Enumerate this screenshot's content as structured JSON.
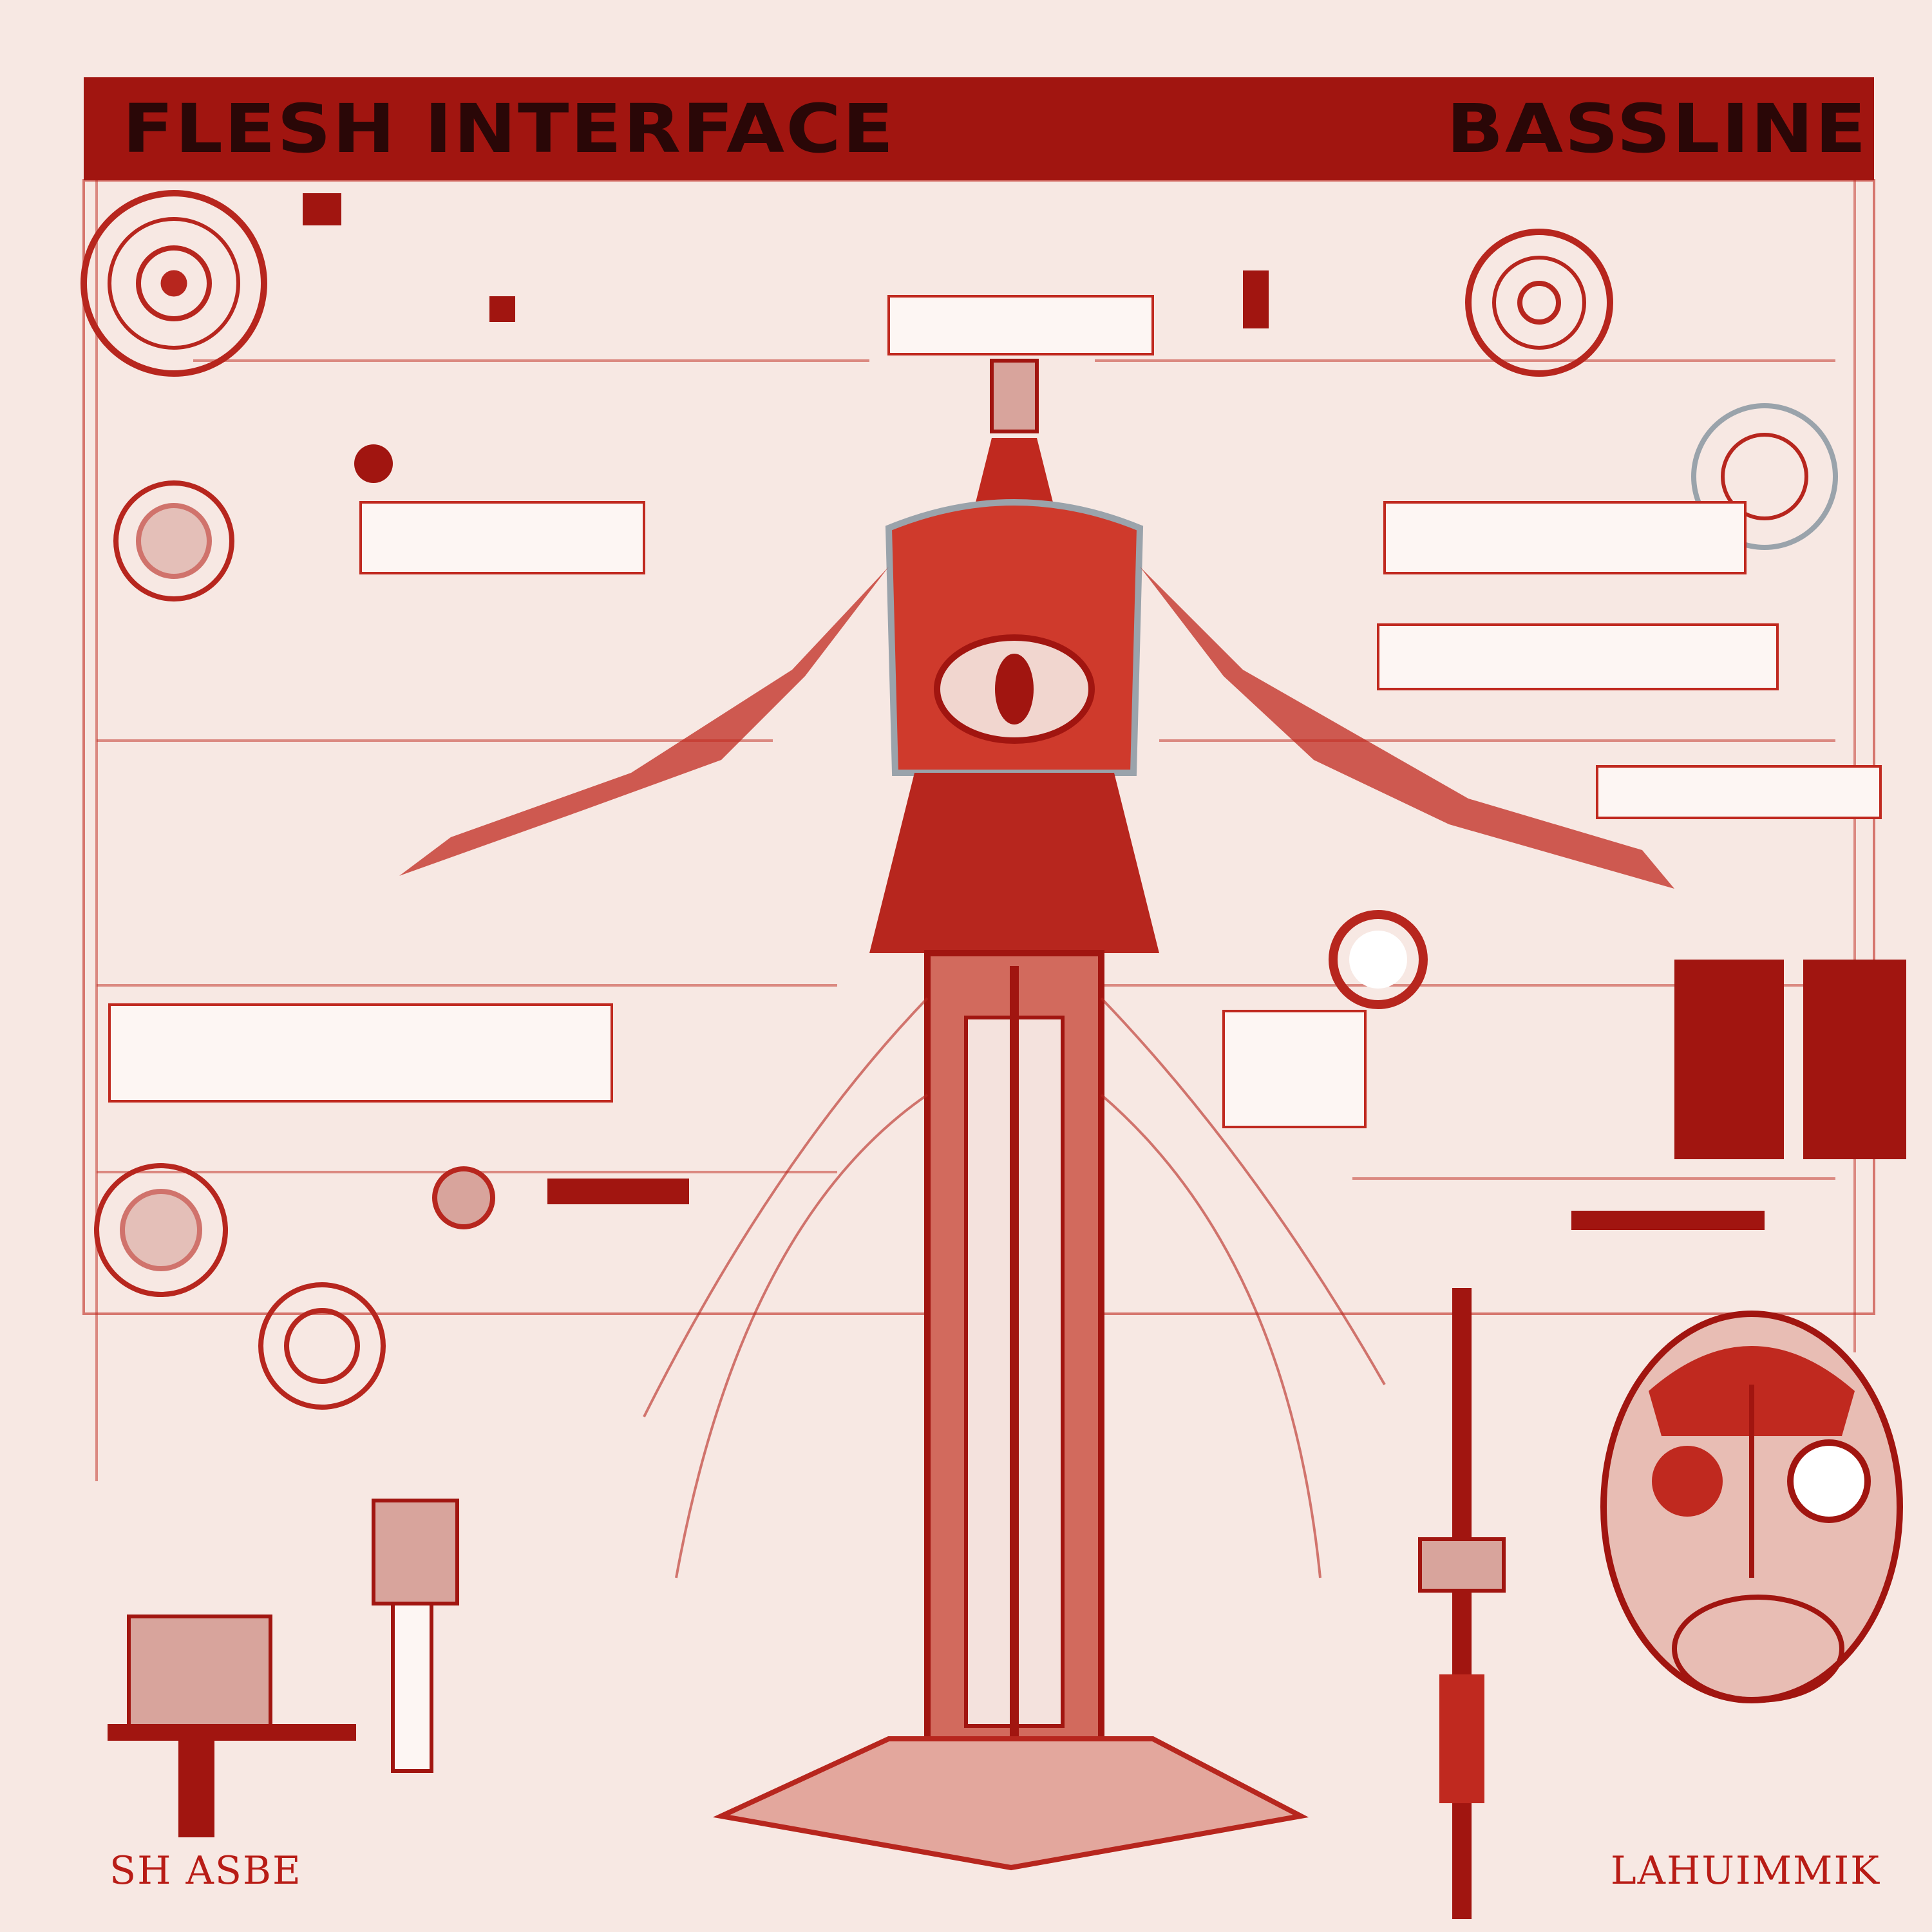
{
  "header": {
    "title_left": "FLESH INTERFACE",
    "title_right": "BASSLINE"
  },
  "footer": {
    "left_text": "SH ASBE",
    "right_text": "LAHUIMMIK"
  },
  "colors": {
    "background": "#f7e8e3",
    "accent_red": "#a11510",
    "line_red": "#c0291f",
    "dark_text": "#2a0707",
    "metal_grey": "#9aa3ab"
  },
  "icons": [
    "robot-figure",
    "gear-icon",
    "skull-head",
    "dial-icon",
    "blueprint-panel"
  ]
}
